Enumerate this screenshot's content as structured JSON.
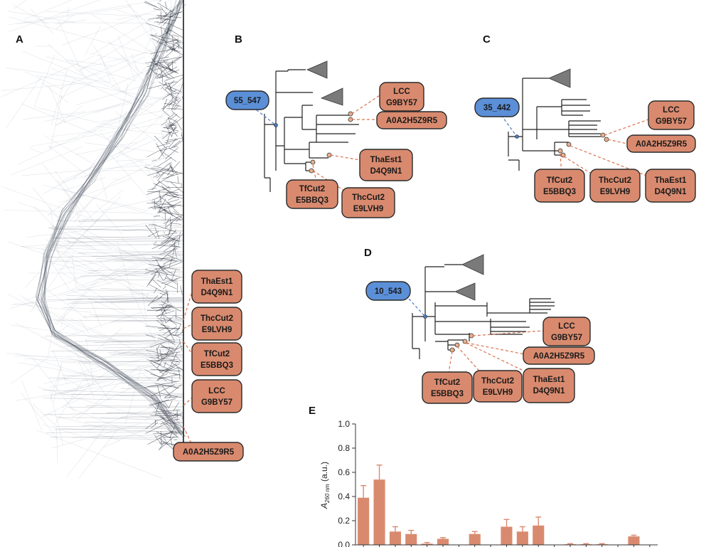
{
  "panels": {
    "A": "A",
    "B": "B",
    "C": "C",
    "D": "D",
    "E": "E"
  },
  "panel_a": {
    "labels": [
      {
        "line1": "ThaEst1",
        "line2": "D4Q9N1"
      },
      {
        "line1": "ThcCut2",
        "line2": "E9LVH9"
      },
      {
        "line1": "TfCut2",
        "line2": "E5BBQ3"
      },
      {
        "line1": "LCC",
        "line2": "G9BY57"
      },
      {
        "line1": "A0A2H5Z9R5",
        "line2": ""
      }
    ]
  },
  "panel_b": {
    "node": "55_547",
    "labels": [
      {
        "line1": "LCC",
        "line2": "G9BY57"
      },
      {
        "line1": "A0A2H5Z9R5",
        "line2": ""
      },
      {
        "line1": "ThaEst1",
        "line2": "D4Q9N1"
      },
      {
        "line1": "TfCut2",
        "line2": "E5BBQ3"
      },
      {
        "line1": "ThcCut2",
        "line2": "E9LVH9"
      }
    ]
  },
  "panel_c": {
    "node": "35_442",
    "labels": [
      {
        "line1": "LCC",
        "line2": "G9BY57"
      },
      {
        "line1": "A0A2H5Z9R5",
        "line2": ""
      },
      {
        "line1": "TfCut2",
        "line2": "E5BBQ3"
      },
      {
        "line1": "ThcCut2",
        "line2": "E9LVH9"
      },
      {
        "line1": "ThaEst1",
        "line2": "D4Q9N1"
      }
    ]
  },
  "panel_d": {
    "node": "10_543",
    "labels": [
      {
        "line1": "LCC",
        "line2": "G9BY57"
      },
      {
        "line1": "A0A2H5Z9R5",
        "line2": ""
      },
      {
        "line1": "TfCut2",
        "line2": "E5BBQ3"
      },
      {
        "line1": "ThcCut2",
        "line2": "E9LVH9"
      },
      {
        "line1": "ThaEst1",
        "line2": "D4Q9N1"
      }
    ]
  },
  "chart_data": {
    "type": "bar",
    "title": "",
    "xlabel": "",
    "ylabel": "A260 nm (a.u.)",
    "ylabel_main": "A",
    "ylabel_sub": "260 nm",
    "ylabel_tail": " (a.u.)",
    "ylim": [
      0,
      1.0
    ],
    "yticks": [
      "0.0",
      "0.2",
      "0.4",
      "0.6",
      "0.8",
      "1.0"
    ],
    "grid": false,
    "values": [
      0.39,
      0.54,
      0.11,
      0.09,
      0.01,
      0.05,
      0.0,
      0.09,
      0.0,
      0.15,
      0.11,
      0.16,
      0.0,
      0.005,
      0.005,
      0.005,
      0.0,
      0.07,
      0.0
    ],
    "errors": [
      0.1,
      0.12,
      0.04,
      0.03,
      0.01,
      0.01,
      0.0,
      0.02,
      0.0,
      0.06,
      0.04,
      0.07,
      0.0,
      0.005,
      0.005,
      0.005,
      0.0,
      0.01,
      0.0
    ],
    "color": "#d98a6e"
  }
}
